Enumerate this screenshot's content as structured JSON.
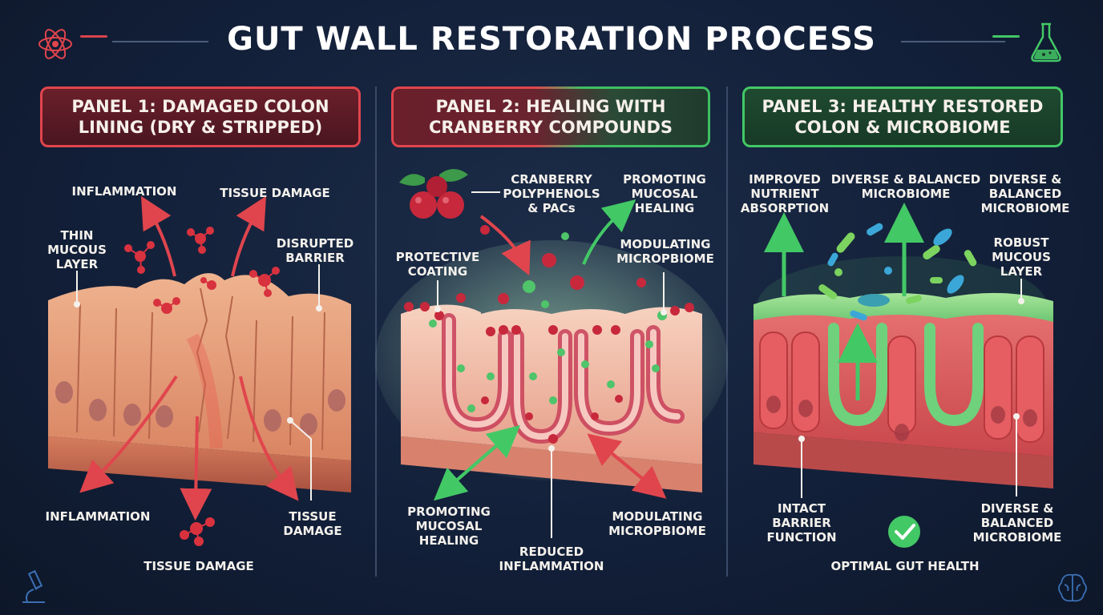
{
  "title": "GUT WALL RESTORATION PROCESS",
  "colors": {
    "damage_red": "#e0454d",
    "heal_green": "#43c866",
    "background": "#13203a",
    "tissue": "#e9a07f",
    "cranberry": "#c8283c"
  },
  "panels": [
    {
      "heading": "PANEL 1: DAMAGED COLON\nLINING (DRY & STRIPPED)",
      "labels": {
        "inflammation_top": "INFLAMMATION",
        "tissue_damage_top": "TISSUE DAMAGE",
        "thin_mucous": "THIN\nMUCOUS\nLAYER",
        "disrupted_barrier": "DISRUPTED\nBARRIER",
        "inflammation_bottom": "INFLAMMATION",
        "tissue_damage_right": "TISSUE\nDAMAGE",
        "tissue_damage_bottom": "TISSUE DAMAGE"
      }
    },
    {
      "heading": "PANEL 2: HEALING WITH\nCRANBERRY COMPOUNDS",
      "labels": {
        "polyphenols": "CRANBERRY\nPOLYPHENOLS\n& PACs",
        "promoting_top": "PROMOTING\nMUCOSAL\nHEALING",
        "protective": "PROTECTIVE\nCOATING",
        "modulating_top": "MODULATING\nMICROPBIOME",
        "promoting_bottom": "PROMOTING\nMUCOSAL\nHEALING",
        "reduced": "REDUCED\nINFLAMMATION",
        "modulating_bottom": "MODULATING\nMICROPBIOME"
      }
    },
    {
      "heading": "PANEL 3: HEALTHY RESTORED\nCOLON & MICROBIOME",
      "labels": {
        "improved": "IMPROVED\nNUTRIENT\nABSORPTION",
        "diverse_top_center": "DIVERSE & BALANCED\nMICROBIOME",
        "diverse_top_right": "DIVERSE &\nBALANCED\nMICROBIOME",
        "robust": "ROBUST\nMUCOUS\nLAYER",
        "intact": "INTACT\nBARRIER\nFUNCTION",
        "diverse_bottom": "DIVERSE &\nBALANCED\nMICROBIOME",
        "optimal": "OPTIMAL GUT HEALTH"
      }
    }
  ],
  "icons": [
    "atom-icon",
    "flask-icon",
    "microscope-icon",
    "brain-icon",
    "check-icon",
    "cranberry-icon"
  ]
}
